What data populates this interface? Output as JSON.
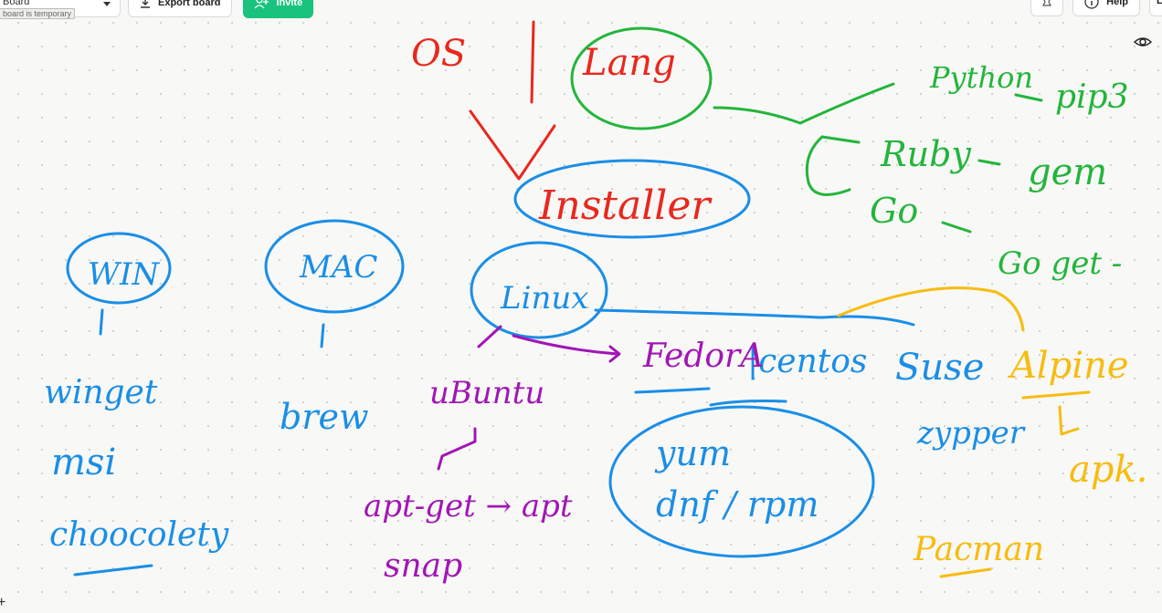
{
  "toolbar": {
    "board_name": "Board",
    "temp_badge": "board is temporary",
    "export_label": "Export board",
    "invite_label": "Invite",
    "help_label": "Help",
    "right_cut_label": "Lo"
  },
  "icons": {
    "export": "download-icon",
    "invite": "add-user-icon",
    "pin": "pin-icon",
    "help": "info-icon",
    "view": "eye-icon",
    "zoom": "plus-icon"
  },
  "colors": {
    "red": "#e8281e",
    "green": "#23b53c",
    "blue": "#1a8ee6",
    "purple": "#a116b5",
    "yellow": "#f7bc10",
    "invite_green": "#19c37d"
  },
  "sketch": {
    "os": "OS",
    "lang": "Lang",
    "installer": "Installer",
    "win": "WIN",
    "mac": "MAC",
    "linux": "Linux",
    "python": "Python",
    "pip": "pip3",
    "ruby": "Ruby",
    "gem": "gem",
    "go": "Go",
    "go_get": "Go get -",
    "winget": "winget",
    "msi": "msi",
    "chocolatey": "choocolety",
    "brew": "brew",
    "ubuntu": "uBuntu",
    "fedora": "FedorA",
    "centos": "|centos",
    "suse": "Suse",
    "alpine": "Alpine",
    "apt_get": "apt-get → apt",
    "snap": "snap",
    "yum": "yum",
    "dnf_rpm": "dnf / rpm",
    "zypper": "zypper",
    "apk": "apk.",
    "pacman": "Pacman"
  }
}
